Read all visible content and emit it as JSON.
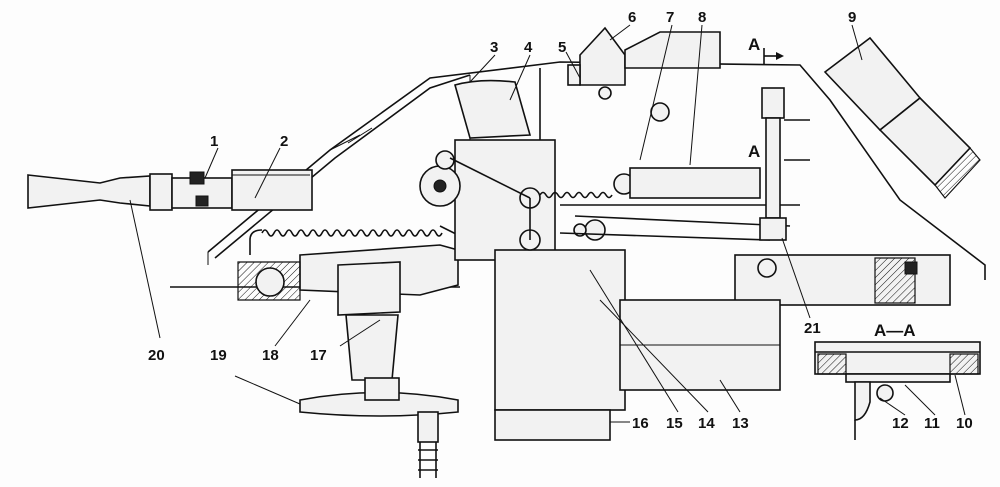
{
  "section_label": "A—A",
  "section_mark": "A",
  "callouts": [
    {
      "id": "1",
      "text": "1"
    },
    {
      "id": "2",
      "text": "2"
    },
    {
      "id": "3",
      "text": "3"
    },
    {
      "id": "4",
      "text": "4"
    },
    {
      "id": "5",
      "text": "5"
    },
    {
      "id": "6",
      "text": "6"
    },
    {
      "id": "7",
      "text": "7"
    },
    {
      "id": "8",
      "text": "8"
    },
    {
      "id": "9",
      "text": "9"
    },
    {
      "id": "10",
      "text": "10"
    },
    {
      "id": "11",
      "text": "11"
    },
    {
      "id": "12",
      "text": "12"
    },
    {
      "id": "13",
      "text": "13"
    },
    {
      "id": "14",
      "text": "14"
    },
    {
      "id": "15",
      "text": "15"
    },
    {
      "id": "16",
      "text": "16"
    },
    {
      "id": "17",
      "text": "17"
    },
    {
      "id": "18",
      "text": "18"
    },
    {
      "id": "19",
      "text": "19"
    },
    {
      "id": "20",
      "text": "20"
    },
    {
      "id": "21",
      "text": "21"
    }
  ]
}
